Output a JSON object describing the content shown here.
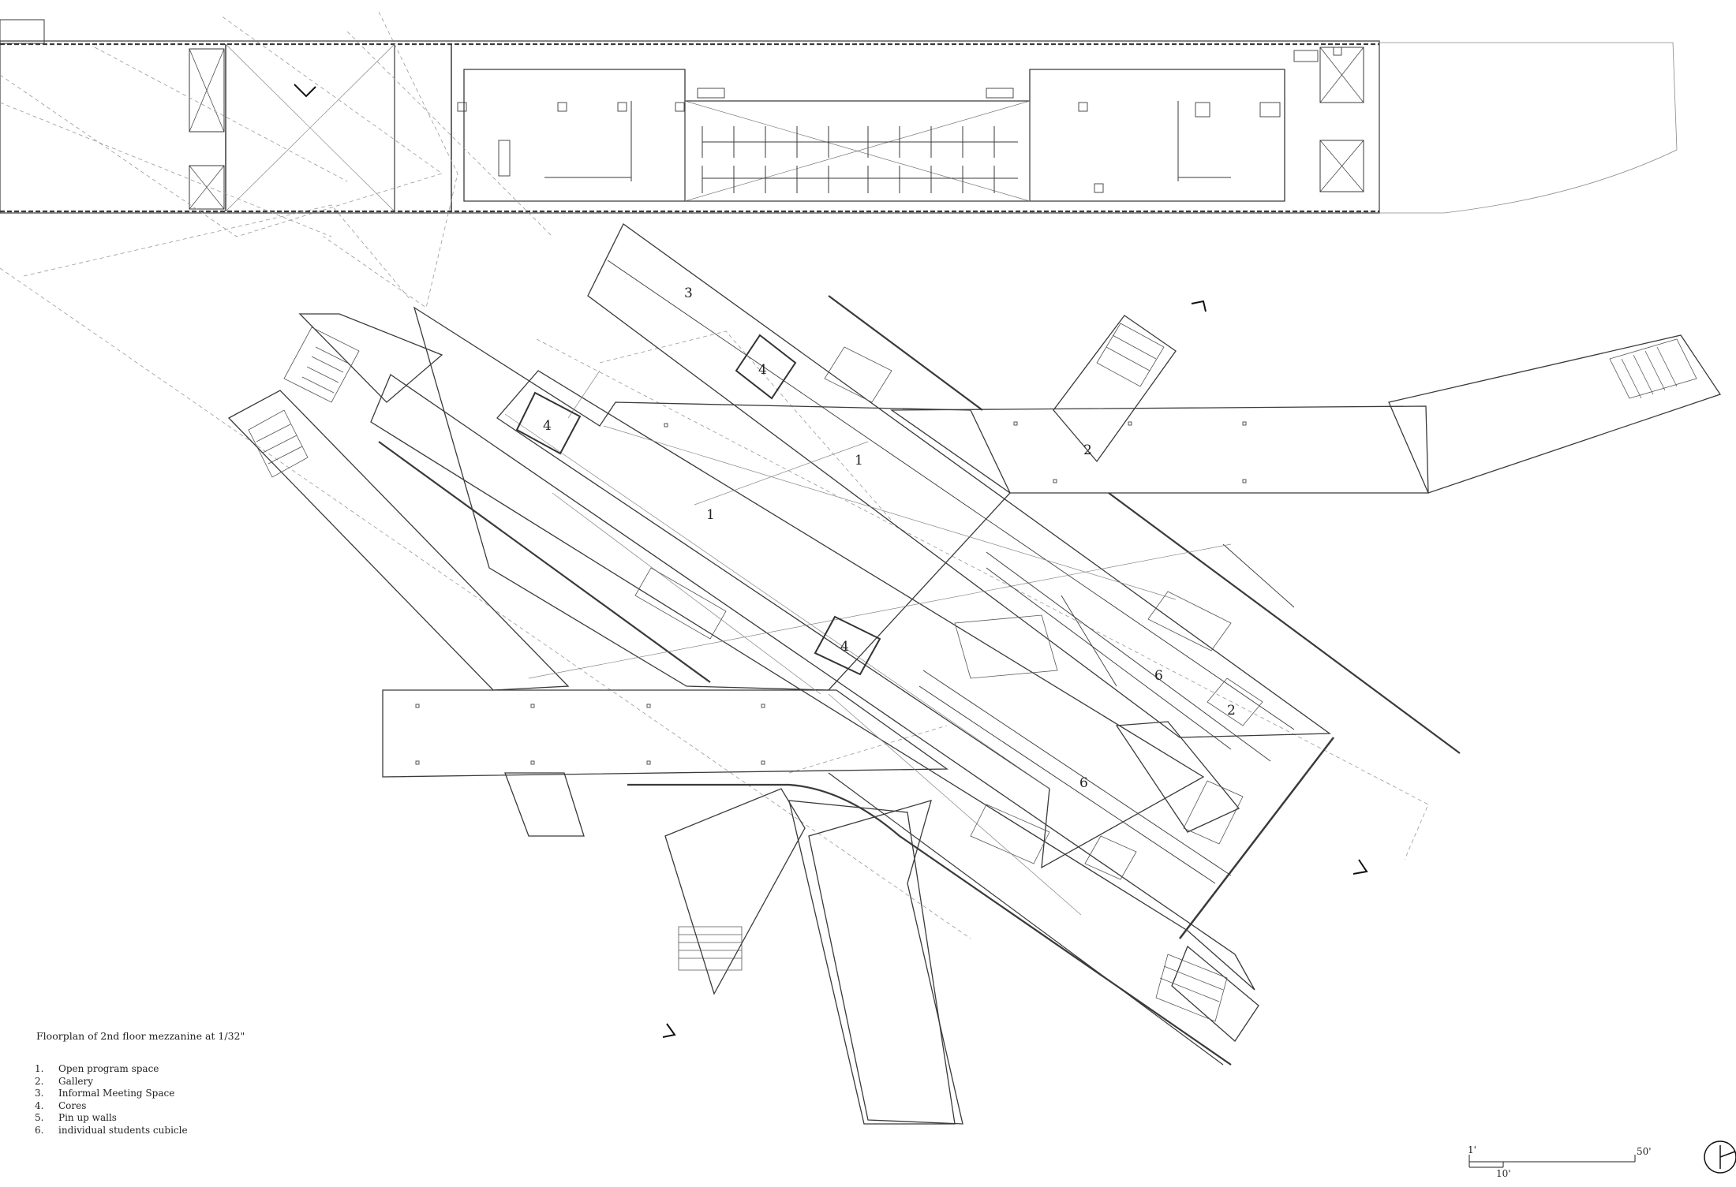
{
  "title": "Floorplan of 2nd floor mezzanine at 1/32\"",
  "legend": [
    {
      "num": "1.",
      "label": "Open program space"
    },
    {
      "num": "2.",
      "label": "Gallery"
    },
    {
      "num": "3.",
      "label": "Informal Meeting Space"
    },
    {
      "num": "4.",
      "label": "Cores"
    },
    {
      "num": "5.",
      "label": "Pin up walls"
    },
    {
      "num": "6.",
      "label": "individual students cubicle"
    }
  ],
  "zone_labels": {
    "open_a": "1",
    "open_b": "1",
    "gallery_a": "2",
    "gallery_b": "2",
    "meeting": "3",
    "core_a": "4",
    "core_b": "4",
    "core_c": "4",
    "cubicle_a": "6",
    "cubicle_b": "6"
  },
  "scale": {
    "start": "1'",
    "mid": "10'",
    "end": "50'"
  },
  "colors": {
    "line": "#3a3a3a",
    "light": "#8a8a8a",
    "hatch": "#555555"
  }
}
